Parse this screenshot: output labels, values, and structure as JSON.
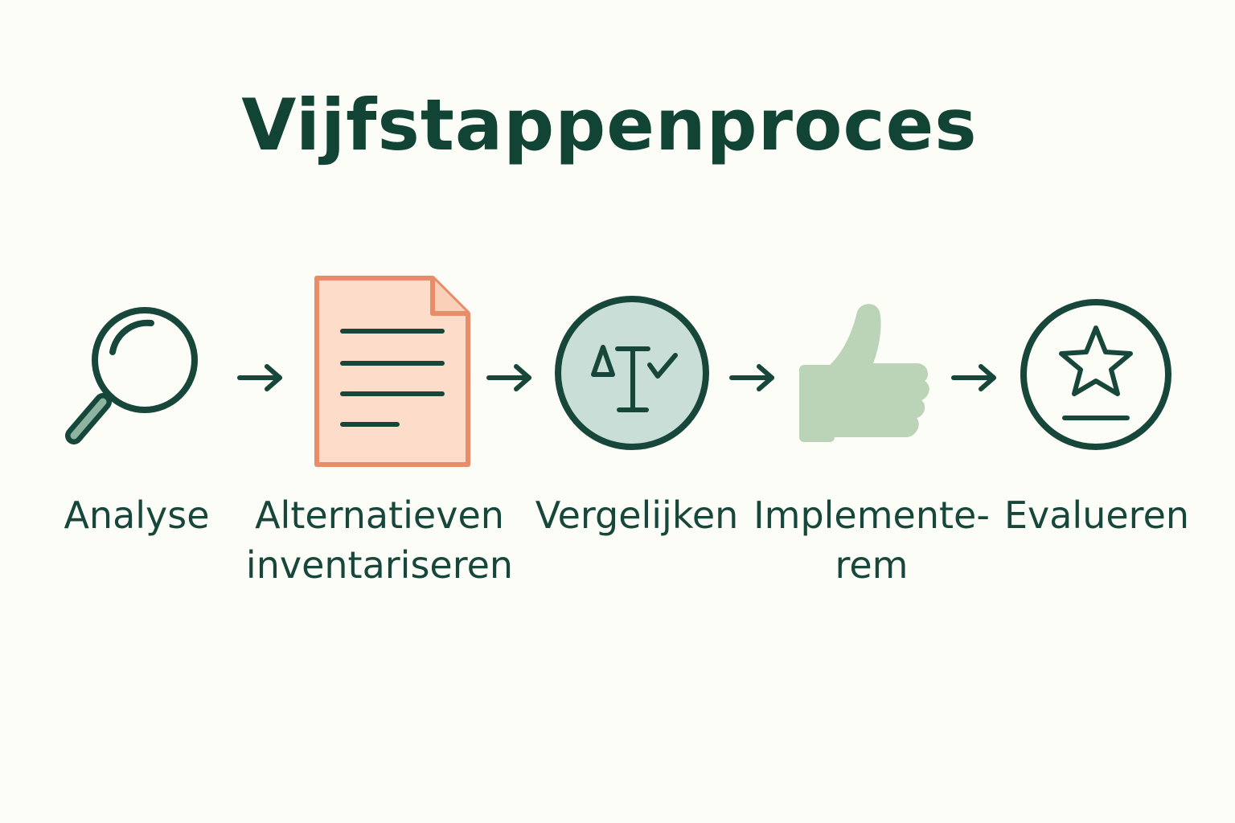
{
  "title": "Vijfstappenproces",
  "colors": {
    "background": "#fdfdf8",
    "dark_green": "#17473a",
    "document_fill": "#fddcc9",
    "document_border": "#e98c6a",
    "scale_circle_fill": "#c9ded7",
    "thumb_green": "#bbd3b6",
    "handle_green": "#8fb3a1"
  },
  "steps": [
    {
      "label": "Analyse",
      "icon": "magnifying-glass-icon"
    },
    {
      "label": "Alternatieven\ninventariseren",
      "icon": "document-icon"
    },
    {
      "label": "Vergelijken",
      "icon": "scale-compare-icon"
    },
    {
      "label": "Implemente-\nrem",
      "icon": "thumbs-up-icon"
    },
    {
      "label": "Evalueren",
      "icon": "star-badge-icon"
    }
  ],
  "connector_icon": "arrow-right-icon"
}
